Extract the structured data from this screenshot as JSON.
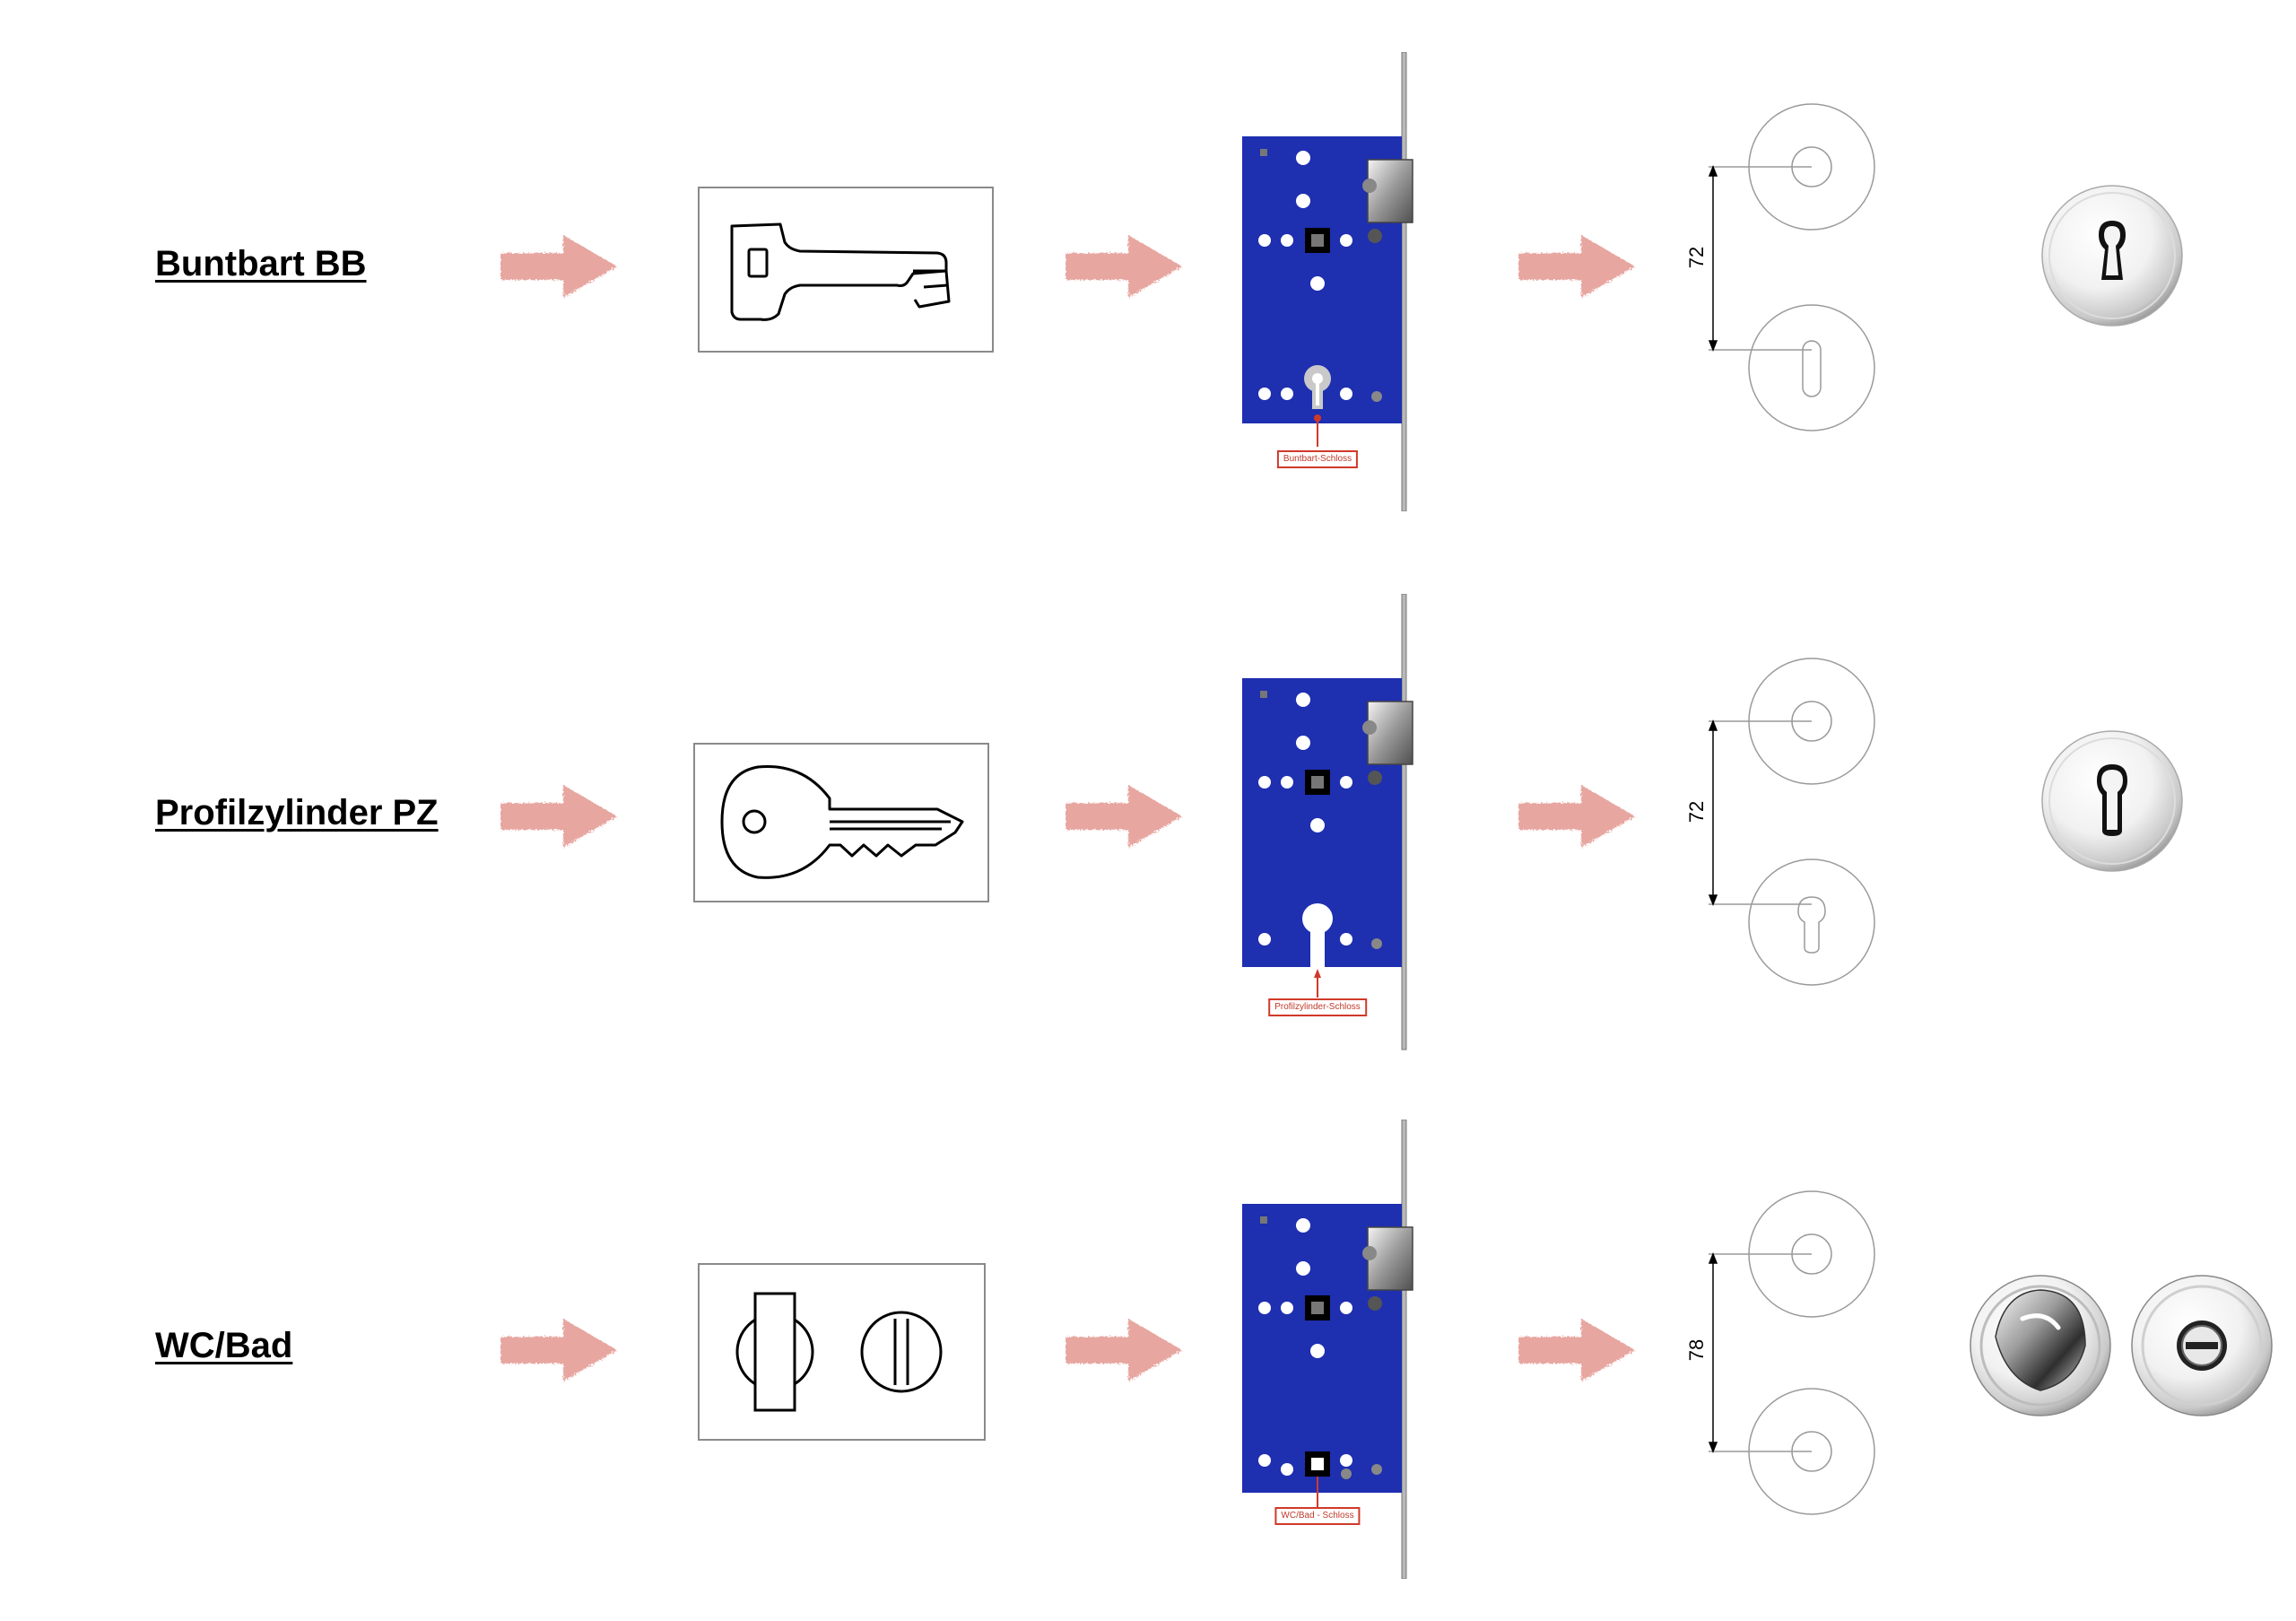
{
  "colors": {
    "arrow": "#e7a6a0",
    "lock_body": "#1e2fb0",
    "label_red": "#d0392a"
  },
  "rows": [
    {
      "title": "Buntbart BB",
      "key_icon": "bit-key-icon",
      "lock_label": "Buntbart-Schloss",
      "distance": "72",
      "hole": "bit-key-hole",
      "fitting_icon": "bit-key-rosette-icon"
    },
    {
      "title": "Profilzylinder PZ",
      "key_icon": "cylinder-key-icon",
      "lock_label": "Profilzylinder-Schloss",
      "distance": "72",
      "hole": "profile-cylinder-hole",
      "fitting_icon": "profile-cylinder-rosette-icon"
    },
    {
      "title": "WC/Bad",
      "key_icon": "wc-turn-release-icon",
      "lock_label": "WC/Bad - Schloss",
      "distance": "78",
      "hole": "wc-square-hole",
      "fitting_icon": "wc-turn-and-release-rosette-icon"
    }
  ]
}
